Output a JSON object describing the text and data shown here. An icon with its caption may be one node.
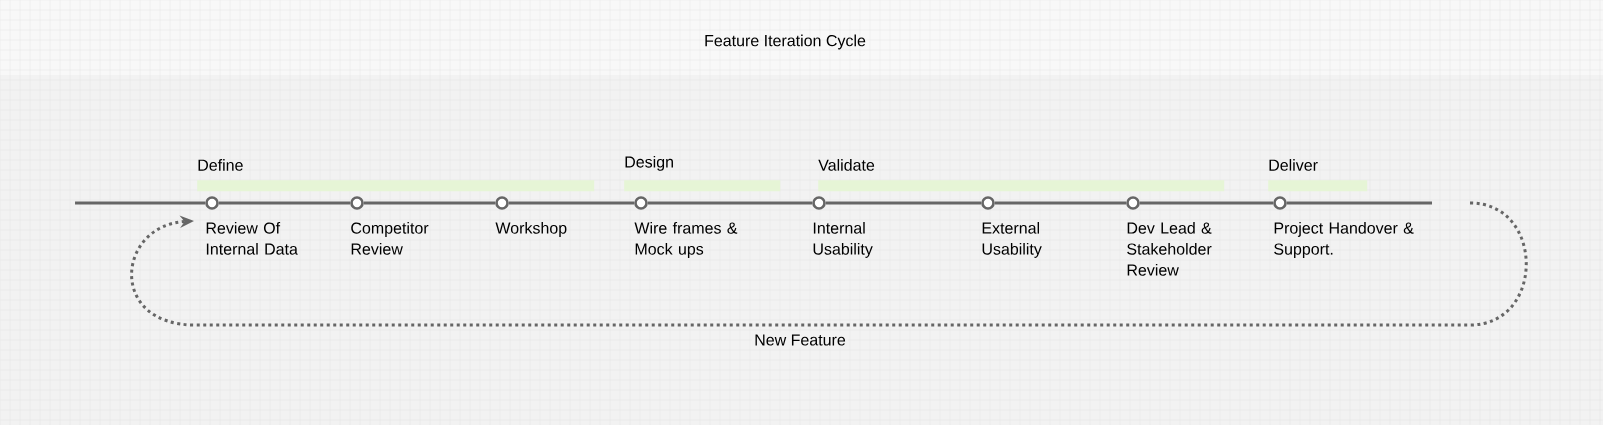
{
  "diagram": {
    "title": "Feature Iteration Cycle",
    "nodes": [
      {
        "text": [
          "Define"
        ]
      },
      {
        "text": [
          "Design"
        ]
      },
      {
        "text": [
          "Validate"
        ]
      },
      {
        "text": [
          "Deliver"
        ]
      },
      {
        "text": [
          "Review Of Internal Data"
        ]
      },
      {
        "text": [
          "Competitor Review"
        ]
      },
      {
        "text": [
          "Workshop"
        ]
      },
      {
        "text": [
          "Wire frames & Mock ups"
        ]
      },
      {
        "text": [
          "Internal Usability"
        ]
      },
      {
        "text": [
          "External Usability"
        ]
      },
      {
        "text": [
          "Dev Lead & Stakeholder Review"
        ]
      },
      {
        "text": [
          "Project Handover & Support."
        ]
      }
    ],
    "edges": [
      {
        "from": null,
        "to": 4,
        "arrow": "none"
      },
      {
        "from": 4,
        "to": 5,
        "arrow": "none"
      },
      {
        "from": 5,
        "to": 6,
        "arrow": "none"
      },
      {
        "from": 6,
        "to": 7,
        "arrow": "none"
      },
      {
        "from": 7,
        "to": 8,
        "arrow": "none"
      },
      {
        "from": 8,
        "to": 9,
        "arrow": "none"
      },
      {
        "from": 9,
        "to": 10,
        "arrow": "none"
      },
      {
        "from": 10,
        "to": 11,
        "arrow": "none"
      },
      {
        "from": 11,
        "to": null,
        "arrow": "none"
      },
      {
        "from": 11,
        "to": 4,
        "arrow": "to",
        "label": "New Feature",
        "style": "dashed"
      }
    ]
  }
}
